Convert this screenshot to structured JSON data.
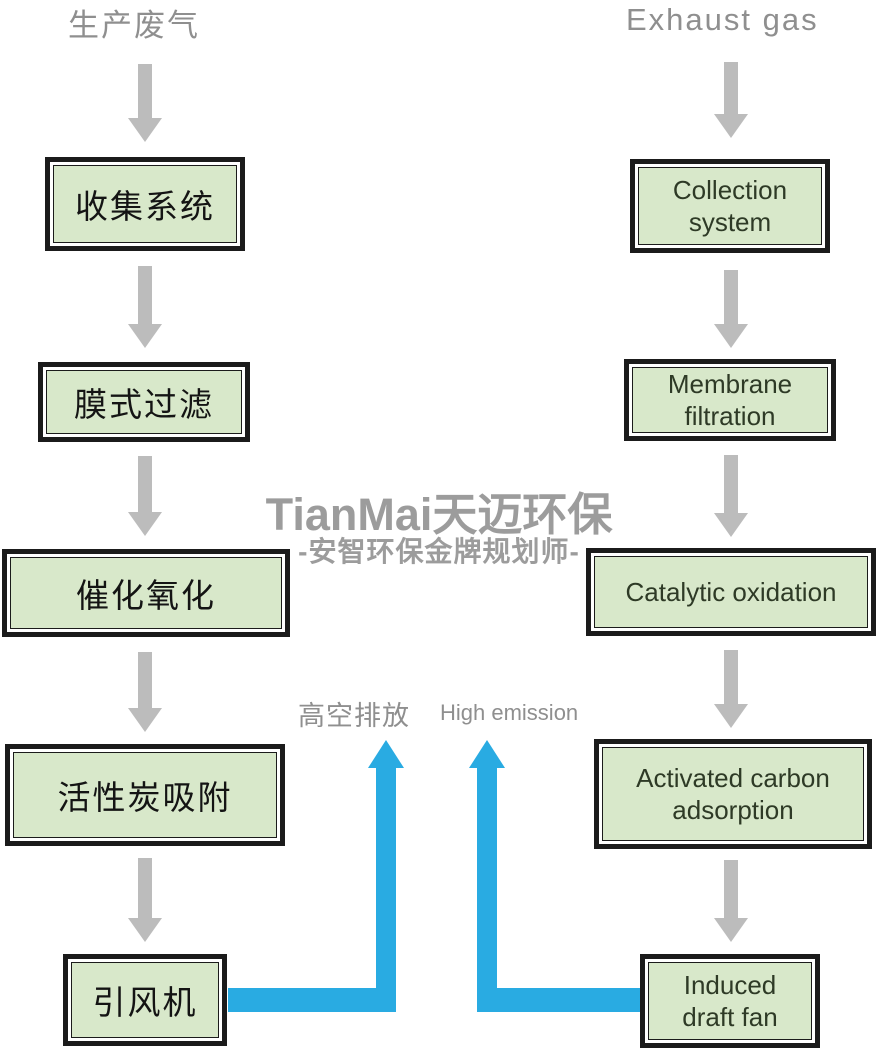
{
  "colors": {
    "box_fill": "#d8e8ca",
    "box_border": "#1b1b1b",
    "gray_arrow": "#bcbcbc",
    "blue_arrow": "#29abe2",
    "muted_text": "#8f8f8f",
    "watermark_text": "#9c9c9c",
    "cn_box_text": "#141414",
    "en_box_text": "#2e3a26"
  },
  "left": {
    "header": "生产废气",
    "boxes": [
      "收集系统",
      "膜式过滤",
      "催化氧化",
      "活性炭吸附",
      "引风机"
    ]
  },
  "right": {
    "header": "Exhaust gas",
    "boxes": [
      "Collection system",
      "Membrane filtration",
      "Catalytic oxidation",
      "Activated carbon adsorption",
      "Induced draft fan"
    ]
  },
  "emission": {
    "cn": "高空排放",
    "en": "High emission"
  },
  "watermark": {
    "brand": "TianMai天迈环保",
    "tagline": "-安智环保金牌规划师-"
  }
}
